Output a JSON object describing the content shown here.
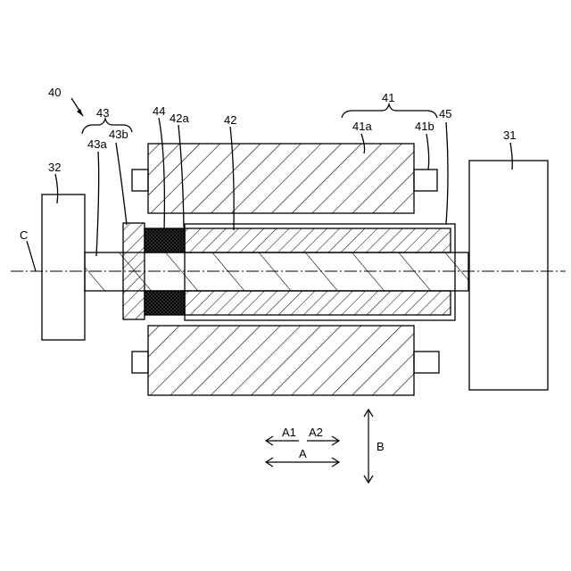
{
  "labels": {
    "l40": "40",
    "l43": "43",
    "l43a": "43a",
    "l43b": "43b",
    "l44": "44",
    "l42a": "42a",
    "l42": "42",
    "l41": "41",
    "l41a": "41a",
    "l41b": "41b",
    "l45": "45",
    "l31": "31",
    "l32": "32",
    "lC": "C",
    "lA1": "A1",
    "lA2": "A2",
    "lA": "A",
    "lB": "B"
  },
  "colors": {
    "line": "#000000",
    "background": "#ffffff"
  }
}
